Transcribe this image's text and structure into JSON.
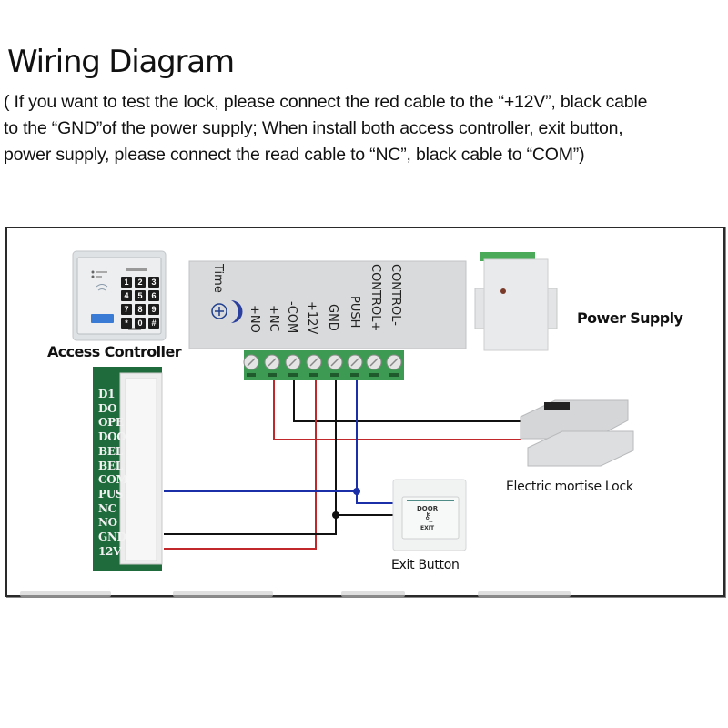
{
  "header": {
    "title": "Wiring Diagram",
    "instructions": [
      "( If you want to test the lock, please connect the red cable to the “+12V”, black cable",
      "to the “GND”of the power supply; When install both access controller, exit button,",
      "power supply, please connect the read cable to “NC”, black cable to “COM”)"
    ]
  },
  "components": {
    "access_controller": {
      "label": "Access Controller",
      "keys": [
        "1",
        "2",
        "3",
        "4",
        "5",
        "6",
        "7",
        "8",
        "9",
        "*",
        "0",
        "#"
      ]
    },
    "power_supply": {
      "label": "Power Supply"
    },
    "lock": {
      "label": "Electric mortise Lock"
    },
    "exit_button": {
      "label": "Exit Button",
      "top_text": "DOOR",
      "bottom_text": "EXIT"
    },
    "controller_board": {
      "pins": [
        "D1",
        "DO",
        "OPE",
        "DOO",
        "BEL",
        "BEL",
        "COM",
        "PUS",
        "NC",
        "NO",
        "GND",
        "12V"
      ]
    },
    "power_module": {
      "time_label": "Time",
      "terminals": [
        "+NO",
        "+NC",
        "-COM",
        "+12V",
        "GND",
        "PUSH",
        "CONTROL+",
        "CONTROL-"
      ]
    }
  },
  "wire_colors": {
    "red": "#c0282b",
    "black": "#111111",
    "blue": "#1a2fa8",
    "board_green": "#1f6b3c",
    "terminal_green": "#3d9a52"
  }
}
